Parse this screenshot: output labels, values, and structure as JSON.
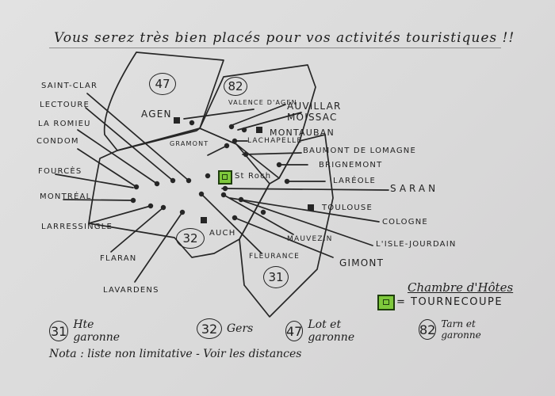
{
  "heading": "Vous serez très bien placés pour vos activités touristiques !!",
  "departements": [
    {
      "code": "47",
      "name": "Lot et garonne"
    },
    {
      "code": "82",
      "name": "Tarn et garonne"
    },
    {
      "code": "32",
      "name": "Gers"
    },
    {
      "code": "31",
      "name": "Hte garonne"
    }
  ],
  "map": {
    "prefectures": [
      {
        "name": "Agen",
        "dep": "47"
      },
      {
        "name": "Montauban",
        "dep": "82"
      },
      {
        "name": "Auch",
        "dep": "32"
      },
      {
        "name": "Toulouse",
        "dep": "31"
      }
    ],
    "base": {
      "name": "St Roch",
      "marker": "green-square"
    },
    "towns_left": [
      "Saint-Clar",
      "Lectoure",
      "La Romieu",
      "Condom",
      "Fourcès",
      "Montréal",
      "Larressingle",
      "Flaran",
      "Lavardens"
    ],
    "towns_right": [
      "Valence d'Agen",
      "Auvillar",
      "Moissac",
      "Lachapelle",
      "Gramont",
      "Baumont de Lomagne",
      "Brignemont",
      "Laréole",
      "Saran",
      "Cologne",
      "L'Isle-Jourdain",
      "Mauvezin",
      "Fleurance",
      "Gimont"
    ]
  },
  "legend": {
    "items": [
      {
        "code": "31",
        "label": "Hte garonne"
      },
      {
        "code": "32",
        "label": "Gers"
      },
      {
        "code": "47",
        "label": "Lot et garonne"
      },
      {
        "code": "82",
        "label": "Tarn et garonne"
      }
    ],
    "bnb_title": "Chambre d'Hôtes",
    "bnb_name": "= TOURNECOUPE",
    "bnb_color": "#7ec83c",
    "nota": "Nota : liste non limitative - Voir les distances"
  },
  "labels": {
    "saint_clar": "Saint-Clar",
    "lectoure": "Lectoure",
    "la_romieu": "La Romieu",
    "condom": "Condom",
    "fources": "Fourcès",
    "montreal": "Montréal",
    "larressingle": "Larressingle",
    "flaran": "Flaran",
    "lavardens": "Lavardens",
    "agen": "Agen",
    "valence": "Valence d'Agen",
    "auvillar": "Auvillar",
    "moissac": "Moissac",
    "montauban": "Montauban",
    "lachapelle": "Lachapelle",
    "gramont": "Gramont",
    "baumont": "Baumont de Lomagne",
    "brignemont": "Brignemont",
    "lareole": "Laréole",
    "saran": "Saran",
    "st_roch": "St Roch",
    "toulouse": "Toulouse",
    "cologne": "Cologne",
    "isle_jourdain": "L'Isle-Jourdain",
    "mauvezin": "Mauvezin",
    "fleurance": "Fleurance",
    "gimont": "Gimont",
    "auch": "Auch"
  }
}
